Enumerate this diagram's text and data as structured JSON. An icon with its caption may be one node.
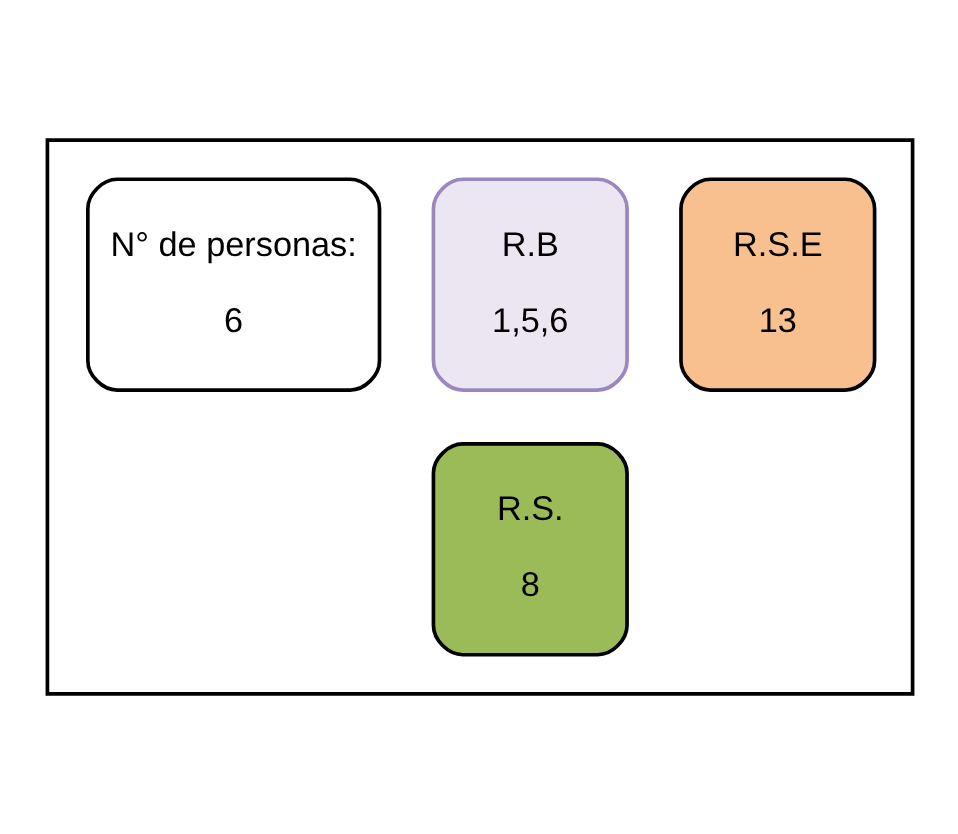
{
  "diagram": {
    "nodes": [
      {
        "text": [],
        "shape": "house"
      },
      {
        "text": [
          "N° de personas:",
          "6"
        ],
        "in": 0
      },
      {
        "text": [
          "R.B",
          "1,5,6"
        ],
        "in": 0
      },
      {
        "text": [
          "R.S.E",
          "13"
        ],
        "in": 0
      },
      {
        "text": [
          "R.S.",
          "8"
        ],
        "in": 0
      }
    ],
    "edges": []
  }
}
